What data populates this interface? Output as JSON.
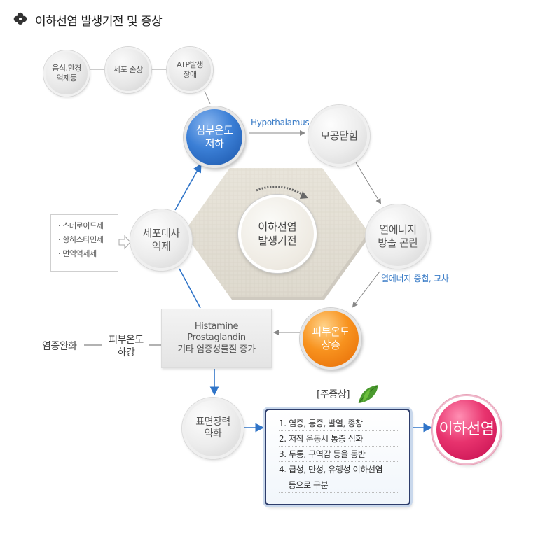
{
  "header": {
    "title": "이하선염 발생기전 및 증상",
    "icon": "clover-icon"
  },
  "center": {
    "line1": "이하선염",
    "line2": "발생기전"
  },
  "top_chain": {
    "c1_l1": "음식,환경",
    "c1_l2": "억제등",
    "c2": "세포 손상",
    "c3_l1": "ATP발생",
    "c3_l2": "장애"
  },
  "cycle": {
    "core_temp_l1": "심부온도",
    "core_temp_l2": "저하",
    "hypothalamus": "Hypothalamus",
    "pore_close": "모공닫힘",
    "heat_l1": "열에너지",
    "heat_l2": "방출 곤란",
    "heat_note": "열에너지 중첩, 교차",
    "skin_rise_l1": "피부온도",
    "skin_rise_l2": "상승",
    "cell_l1": "세포대사",
    "cell_l2": "억제"
  },
  "drugs": [
    "· 스테로이드제",
    "· 항히스타민제",
    "· 면역억제제"
  ],
  "inflammation": {
    "line1": "Histamine",
    "line2": "Prostaglandin",
    "line3": "기타 염증성물질 증가"
  },
  "relief": {
    "inflammation_relief": "염증완화",
    "skin_drop_l1": "피부온도",
    "skin_drop_l2": "하강"
  },
  "tension": {
    "l1": "표면장력",
    "l2": "약화"
  },
  "symptoms": {
    "label": "[주증상]",
    "items": [
      "1. 염증, 통증, 발열, 종창",
      "2. 저작 운동시 통증 심화",
      "3. 두통, 구역감 등을 동반",
      "4. 급성, 만성, 유행성 이하선염",
      "    등으로 구분"
    ]
  },
  "result": "이하선염",
  "colors": {
    "blue_line": "#3a7cc7",
    "gray_line": "#888888",
    "accent_pink": "#e8336e",
    "accent_orange": "#f8931f",
    "accent_blue": "#1a54a8"
  }
}
